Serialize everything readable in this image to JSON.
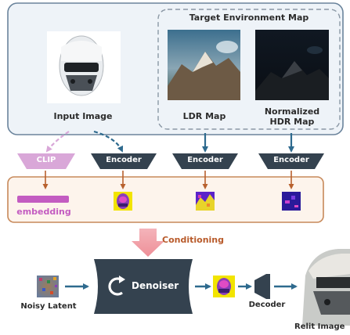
{
  "top_panel": {
    "input_image_label": "Input Image",
    "env_map_title": "Target Environment Map",
    "ldr_label": "LDR Map",
    "hdr_label_line1": "Normalized",
    "hdr_label_line2": "HDR Map"
  },
  "encoders": {
    "clip_label": "CLIP",
    "encoder_label": "Encoder"
  },
  "feature_panel": {
    "embedding_label": "embedding"
  },
  "bottom": {
    "conditioning_label": "Conditioning",
    "noisy_latent_label": "Noisy Latent",
    "denoiser_label": "Denoiser",
    "decoder_label": "Decoder",
    "relit_image_label": "Relit Image"
  },
  "colors": {
    "top_panel_fill": "#eef3f8",
    "top_panel_stroke": "#6b849c",
    "clip_fill": "#d9a7d8",
    "encoder_fill": "#34424f",
    "feature_fill": "#fdf4ec",
    "feature_stroke": "#c7895a",
    "embedding_color": "#c35cc1",
    "conditioning_arrow": "#f0a1a8",
    "conditioning_text": "#b85a2a",
    "link_arrow": "#2e6a8e",
    "denoiser_fill": "#34424f"
  }
}
